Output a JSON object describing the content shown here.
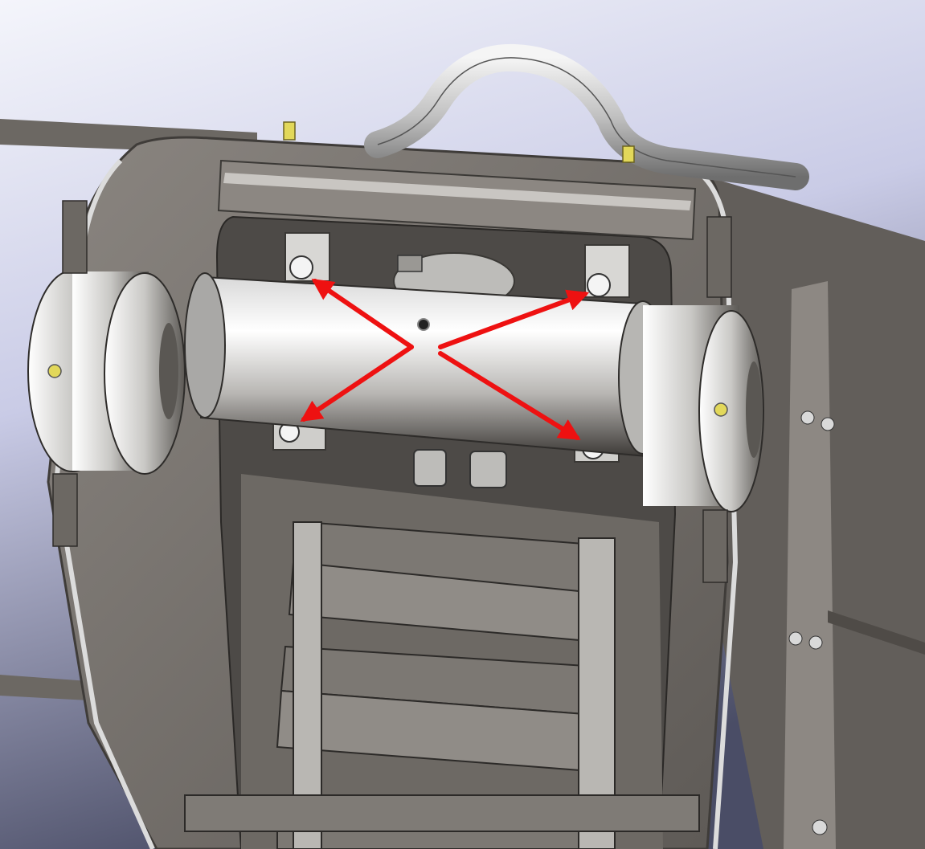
{
  "viewport": {
    "background_top": "#f4f5fb",
    "background_bottom": "#4a4d66"
  },
  "palette": {
    "plate": "#7a7570",
    "plate_dark": "#55514d",
    "steel_light": "#f2f2f2",
    "steel_mid": "#a9a8a6",
    "steel_dark": "#3b3936",
    "brass": "#e2d85a",
    "arrow": "#ee1111"
  },
  "model": {
    "parts": [
      "outer-frame",
      "top-bar",
      "handle-tube",
      "main-shaft",
      "left-hub",
      "right-hub",
      "bearing-block-top-left",
      "bearing-block-top-right",
      "bearing-block-bottom-left",
      "bearing-block-bottom-right",
      "cable-carrier-chain",
      "grease-fitting-left",
      "grease-fitting-right",
      "side-rail-right"
    ]
  },
  "annotations": {
    "arrow_count": 4,
    "arrow_color": "#ee1111",
    "targets": [
      "bolt-top-left",
      "bolt-top-right",
      "bolt-bottom-left",
      "bolt-bottom-right"
    ]
  }
}
